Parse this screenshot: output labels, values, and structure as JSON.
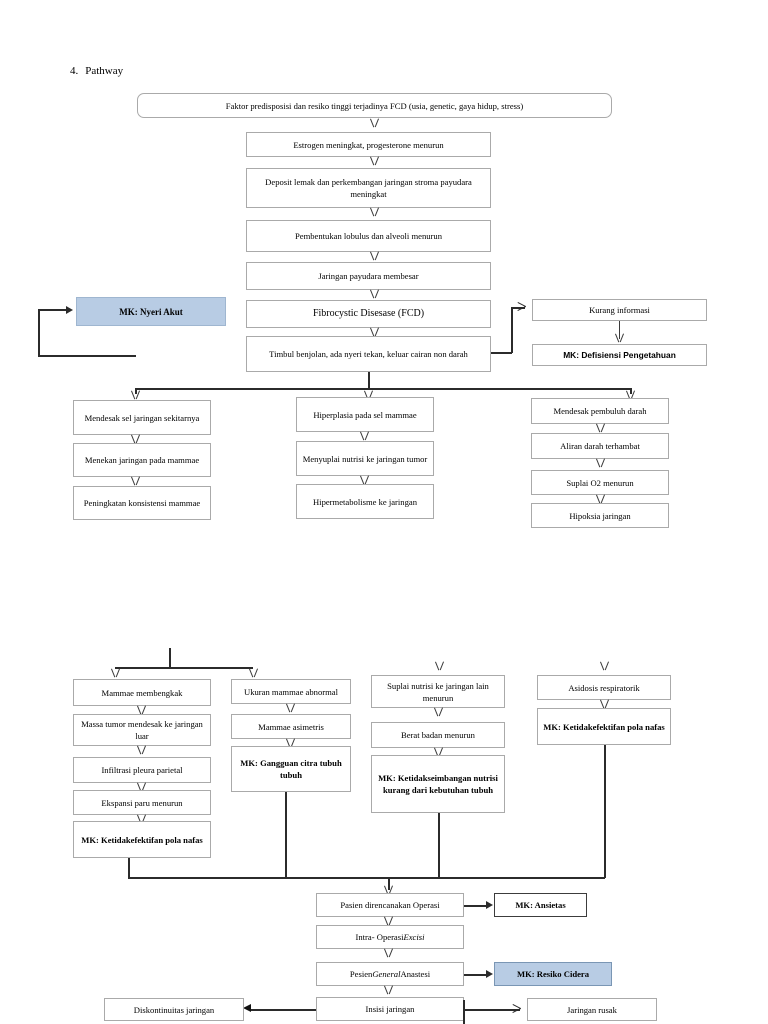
{
  "document": {
    "section_number": "4.",
    "section_title": "Pathway"
  },
  "colors": {
    "mk_highlight": "#b8cce4",
    "box_border": "#aaaaaa",
    "line": "#3a3a3a",
    "page_background": "#ffffff"
  },
  "flow": {
    "top": {
      "root": "Faktor predisposisi dan resiko tinggi terjadinya FCD (usia, genetic, gaya hidup, stress)",
      "chain": [
        "Estrogen meningkat, progesterone menurun",
        "Deposit lemak dan perkembangan jaringan stroma payudara meningkat",
        "Pembentukan lobulus dan alveoli menurun",
        "Jaringan payudara membesar",
        "Fibrocystic Disesase (FCD)",
        "Timbul benjolan, ada nyeri tekan, keluar cairan non darah"
      ]
    },
    "nursing_left": {
      "label": "MK: Nyeri Akut"
    },
    "knowledge_branch": {
      "cause": "Kurang informasi",
      "diagnosis": "MK: Defisiensi Pengetahuan"
    },
    "columns": [
      {
        "name": "pressure-column",
        "steps": [
          "Mendesak sel jaringan sekitarnya",
          "Menekan jaringan pada mammae",
          "Peningkatan konsistensi mammae"
        ]
      },
      {
        "name": "hyperplasia-column",
        "steps": [
          "Hiperplasia pada sel mammae",
          "Menyuplai nutrisi ke jaringan tumor",
          "Hipermetabolisme ke jaringan"
        ]
      },
      {
        "name": "vascular-column",
        "steps": [
          "Mendesak pembuluh darah",
          "Aliran darah terhambat",
          "Suplai O2 menurun",
          "Hipoksia jaringan"
        ]
      }
    ],
    "lower_columns": [
      {
        "name": "swelling-column",
        "steps": [
          "Mammae membengkak",
          "Massa tumor mendesak ke jaringan luar",
          "Infiltrasi pleura parietal",
          "Ekspansi paru menurun"
        ],
        "diagnosis": "MK: Ketidakefektifan pola nafas"
      },
      {
        "name": "body-image-column",
        "steps": [
          "Ukuran mammae abnormal",
          "Mammae asimetris"
        ],
        "diagnosis": "MK: Gangguan citra tubuh tubuh"
      },
      {
        "name": "nutrition-column",
        "steps": [
          "Suplai nutrisi ke jaringan lain menurun",
          "Berat badan menurun"
        ],
        "diagnosis": "MK: Ketidakseimbangan nutrisi kurang dari kebutuhan tubuh"
      },
      {
        "name": "acidosis-column",
        "steps": [
          "Asidosis respiratorik"
        ],
        "diagnosis": "MK: Ketidakefektifan pola nafas"
      }
    ],
    "surgery": {
      "steps": [
        {
          "prefix": "Pasien direncanakan Operasi",
          "italic": "",
          "suffix": ""
        },
        {
          "prefix": "Intra- Operasi ",
          "italic": "Excisi",
          "suffix": ""
        },
        {
          "prefix": "Pesien ",
          "italic": "General",
          "suffix": " Anastesi"
        },
        {
          "prefix": "Insisi jaringan",
          "italic": "",
          "suffix": ""
        }
      ],
      "anxiety_diagnosis": "MK: Ansietas",
      "injury_diagnosis": "MK: Resiko Cidera",
      "left_outcome": "Diskontinuitas jaringan",
      "right_outcome": "Jaringan rusak"
    }
  }
}
